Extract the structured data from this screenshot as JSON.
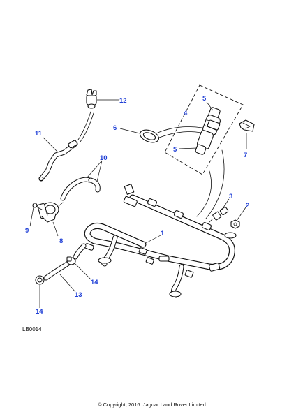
{
  "callouts": {
    "c1": "1",
    "c2": "2",
    "c3": "3",
    "c4": "4",
    "c5a": "5",
    "c5b": "5",
    "c6": "6",
    "c7": "7",
    "c8": "8",
    "c9": "9",
    "c10": "10",
    "c11": "11",
    "c12": "12",
    "c13": "13",
    "c14a": "14",
    "c14b": "14"
  },
  "diagram_code": "LB0014",
  "copyright": "© Copyright, 2016. Jaguar Land Rover Limited.",
  "colors": {
    "callout": "#1f3fd6",
    "line": "#111111",
    "background": "#ffffff"
  }
}
